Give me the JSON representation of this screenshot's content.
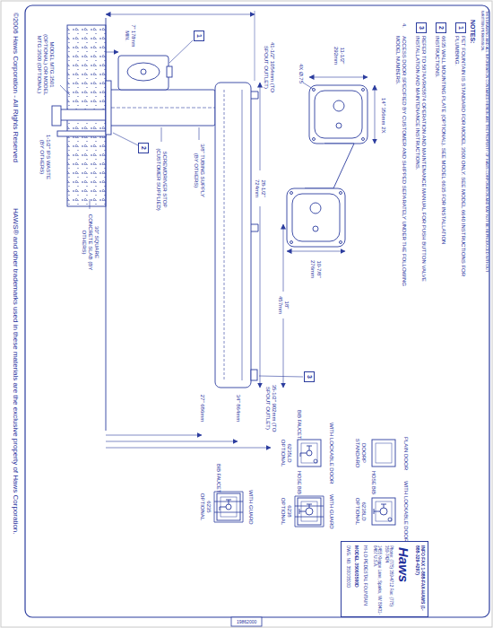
{
  "diagram": {
    "nodes": [
      {
        "text": [
          "1"
        ]
      },
      {
        "text": [
          "2"
        ]
      },
      {
        "text": [
          "3"
        ]
      },
      {
        "text": [
          "1"
        ]
      },
      {
        "text": [
          "2"
        ]
      },
      {
        "text": [
          "3"
        ]
      },
      {
        "text": [
          "INFO FAX 1-888-FAX-HAWS (1-888-329-4297)",
          "Haws",
          "Phone: (775) 359-4712 Fax: (775) 359-7424",
          "1455 Kleppe Lane, Sparks, NV 89431-6467 U.S.A.",
          "HI-LO PEDESTAL FOUNTAIN",
          "MODEL 3500/3500D",
          "DWG. NO. 3500/3500D"
        ]
      }
    ],
    "labels": [
      "THIS DRAWING AND ALL INFORMATION CONTAINED HEREIN ARE THE PROPERTY OF HAWS CORPORATION AND MAY NOT BE REPRODUCED WITHOUT WRITTEN PERMISSION.",
      "NOTES:",
      "PET FOUNTAIN IS STANDARD FOR MODEL 3500 ONLY. SEE MODEL 6640 INSTRUCTIONS FOR PLUMBING.",
      "6635 WALL MOUNTING PLATE (OPTIONAL). SEE MODEL 6635 FOR INSTALLATION INSTRUCTIONS.",
      "REFER TO 5874/VRK5874 OPERATION AND MAINTENANCE MANUAL FOR PUSH BUTTON VALVE INSTALLATION AND MAINTENANCE INSTRUCTIONS.",
      "4.",
      "ACCESS DOOR SPECIFIED BY CUSTOMER AND SHIPPED SEPARATELY UNDER THE FOLLOWING MODEL NUMBERS.",
      "14\" 356mm 2X",
      "11-1/2\" 292mm",
      "4X Ø.75",
      "10-7/8\" 276mm",
      "7\" 178mm MIN.",
      "MODEL MTG.3501 (OPTIONAL) OR MODEL MTG.3500 (OPTIONAL)",
      "41-1/2\" 1054mm (TO SPOUT OUTLET)",
      "3/8\" TUBING SUPPLY (BY OTHERS)",
      "SCREWDRIVER STOP (CUSTOMER SUPPLIED)",
      "30\" SQUARE CONCRETE SLAB (BY OTHERS)",
      "1-1/2\" IPS WASTE (BY OTHERS)",
      "28-1/2\" 724mm",
      "18\" 457mm",
      "27\" 686mm",
      "34\" 864mm",
      "35-1/2\" 902mm (TO SPOUT OUTLET)",
      "PLAIN DOOR",
      "DOORP STANDARD",
      "WITH LOCKABLE DOOR",
      "6238LD OPTIONAL",
      "HOSE BIB",
      "WITH LOCKABLE DOOR",
      "6235LD OPTIONAL",
      "BIB FAUCET",
      "WITH GUARD",
      "6238 OPTIONAL",
      "HOSE BIB",
      "WITH GUARD",
      "6235 OPTIONAL",
      "BIB FAUCET",
      "©2006 Haws Corporation - All Rights Reserved",
      "HAWS® and other trademarks used in these materials are the exclusive property of Haws Corporation.",
      "19862000"
    ]
  }
}
